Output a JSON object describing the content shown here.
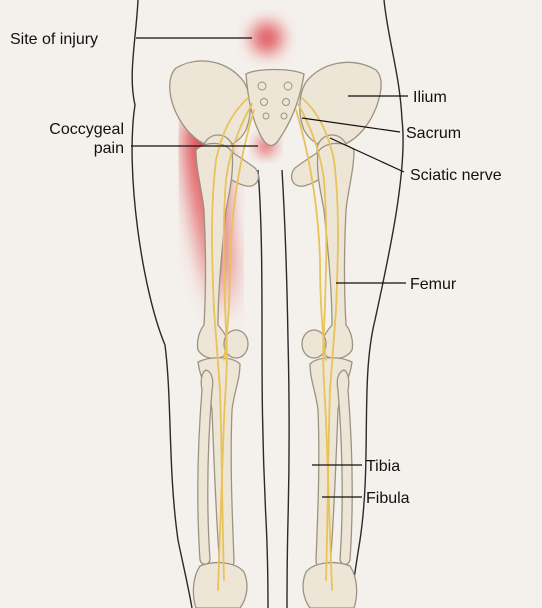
{
  "labels": {
    "site_of_injury": "Site of injury",
    "coccygeal_line1": "Coccygeal",
    "coccygeal_line2": "pain",
    "ilium": "Ilium",
    "sacrum": "Sacrum",
    "sciatic_nerve": "Sciatic nerve",
    "femur": "Femur",
    "tibia": "Tibia",
    "fibula": "Fibula"
  },
  "colors": {
    "background": "#f4f1ec",
    "bone": "#ede6d6",
    "bone_outline": "#9c9280",
    "nerve": "#e8c25a",
    "pain": "#d9303a",
    "body_outline": "#2a2a2a",
    "leader_line": "#111111"
  }
}
